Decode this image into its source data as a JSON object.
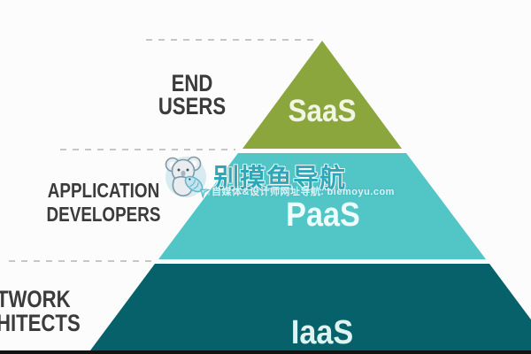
{
  "diagram": {
    "kind": "cloud-service-pyramid",
    "layers": [
      {
        "name": "SaaS",
        "audience_lines": [
          "END",
          "USERS"
        ],
        "color": "#8ba63d",
        "label_color": "#f2f5e4"
      },
      {
        "name": "PaaS",
        "audience_lines": [
          "APPLICATION",
          "DEVELOPERS"
        ],
        "color": "#52c5c6",
        "label_color": "#ecfffd"
      },
      {
        "name": "IaaS",
        "audience_lines": [
          "TWORK",
          "HITECTS"
        ],
        "color": "#07616a",
        "label_color": "#dff4f2"
      }
    ],
    "audience_text_color": "#3b3b3b",
    "separator_style": "dashed",
    "separator_color": "#c6c6c6",
    "bottom_bar_color": "#121212"
  },
  "watermark": {
    "title": "别摸鱼导航",
    "subtitle": "自媒体&设计师网址导航. biemoyu.com",
    "logo": "koala-hugging-fish",
    "accent_color": "#2ea7b8"
  }
}
